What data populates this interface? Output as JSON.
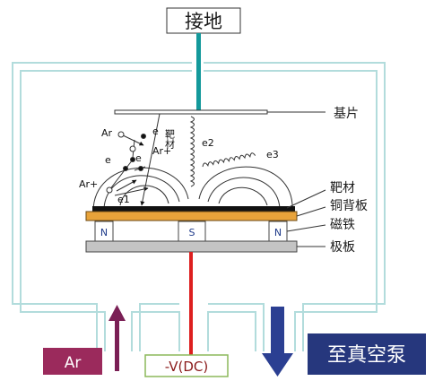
{
  "labels": {
    "ground": "接地",
    "substrate": "基片",
    "target": "靶材",
    "copper_backing": "铜背板",
    "magnet": "磁铁",
    "pole_plate": "极板",
    "ar_inlet": "Ar",
    "dc_supply": "-V(DC)",
    "vacuum_pump": "至真空泵"
  },
  "magnet_poles": [
    "N",
    "S",
    "N"
  ],
  "particles": {
    "ar_top": "Ar",
    "e_top_right": "e",
    "e_mid_left": "e",
    "ar_plus_left": "Ar+",
    "e_lower": "e",
    "e1": "e1",
    "ar_plus_mid": "Ar+",
    "target_vertical": "靶材",
    "e2": "e2",
    "e3": "e3"
  },
  "colors": {
    "chamber": "#b2dcdc",
    "ground_wire": "#14999b",
    "dc_wire": "#dd1f1f",
    "copper": "#e8a33a",
    "target": "#111111",
    "plate": "#c4c4c4",
    "ar_box": "#9b2a5c",
    "ar_arrow": "#7a1f55",
    "pump_arrow": "#2b3f92",
    "pump_box": "#26377d",
    "dc_box_border": "#8cb85a"
  }
}
